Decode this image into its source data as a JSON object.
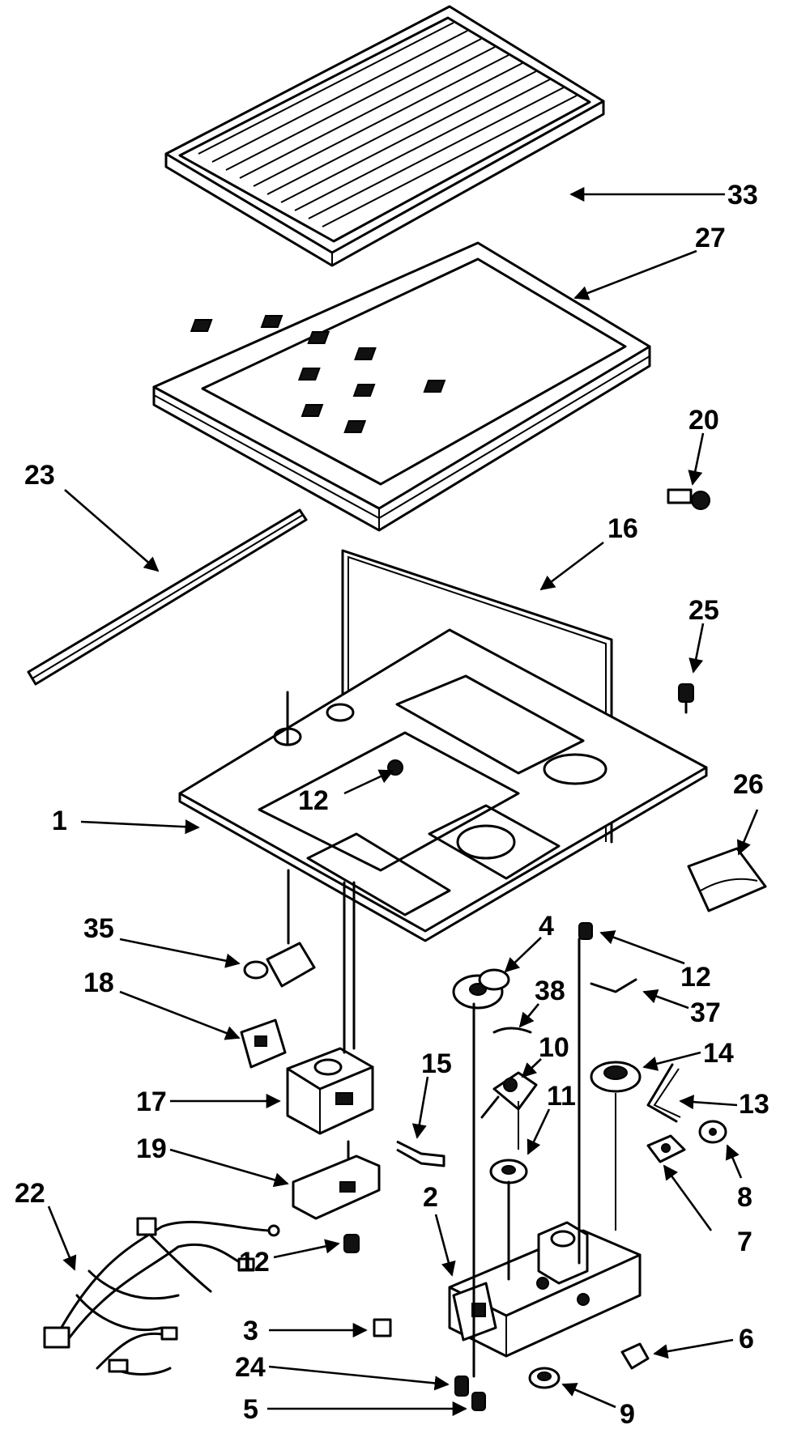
{
  "diagram": {
    "callouts": {
      "c1": "1",
      "c2": "2",
      "c3": "3",
      "c4": "4",
      "c5": "5",
      "c6": "6",
      "c7": "7",
      "c8": "8",
      "c9": "9",
      "c10": "10",
      "c11": "11",
      "c12a": "12",
      "c12b": "12",
      "c12c": "12",
      "c13": "13",
      "c14": "14",
      "c15": "15",
      "c16": "16",
      "c17": "17",
      "c18": "18",
      "c19": "19",
      "c20": "20",
      "c22": "22",
      "c23": "23",
      "c24": "24",
      "c25": "25",
      "c26": "26",
      "c27": "27",
      "c33": "33",
      "c35": "35",
      "c37": "37",
      "c38": "38"
    }
  }
}
